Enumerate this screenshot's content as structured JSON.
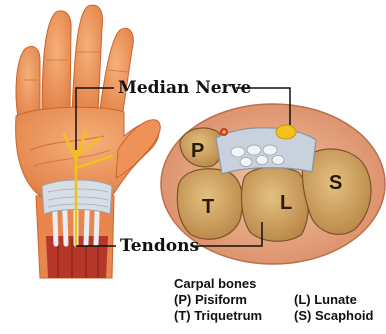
{
  "labels": {
    "median_nerve": "Median Nerve",
    "tendons": "Tendons"
  },
  "bones": {
    "p": "P",
    "t": "T",
    "l": "L",
    "s": "S"
  },
  "legend": {
    "title": "Carpal bones",
    "pisiform": "(P) Pisiform",
    "triquetrum": "(T) Triquetrum",
    "lunate": "(L) Lunate",
    "scaphoid": "(S) Scaphoid"
  },
  "colors": {
    "skin": "#f29a5e",
    "skin_shadow": "#d9743c",
    "nerve": "#f3c21a",
    "bone_outer": "#dbaf72",
    "bone_inner": "#b8824a",
    "tissue": "#e8a47e",
    "ligament": "#c9d2dc",
    "muscle": "#b5372a"
  }
}
